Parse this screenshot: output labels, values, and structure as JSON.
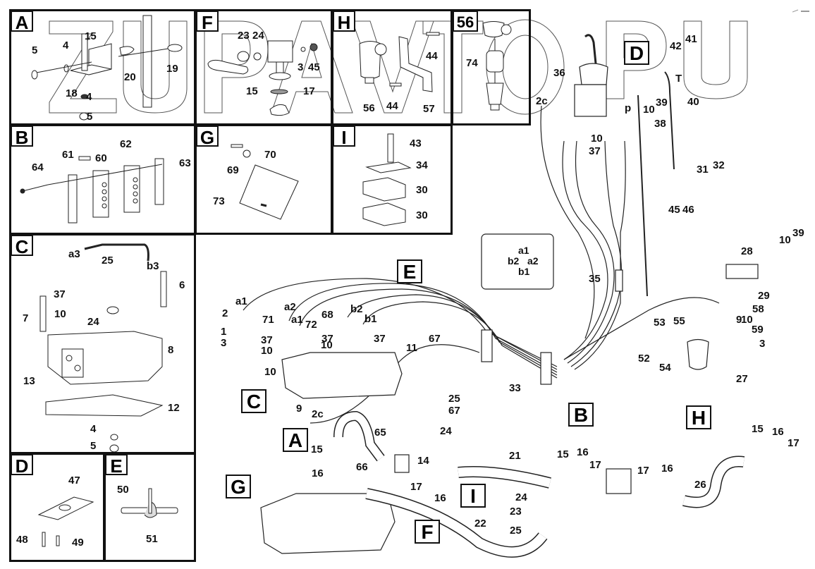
{
  "diagram": {
    "title": "Hydraulic servo system parts diagram",
    "watermark": "ZUPAVTO.RU",
    "panels": [
      {
        "id": "A",
        "labels": [
          "15",
          "4",
          "5",
          "20",
          "19",
          "18",
          "4",
          "5"
        ]
      },
      {
        "id": "F",
        "labels": [
          "23",
          "24",
          "3",
          "45",
          "15",
          "17"
        ]
      },
      {
        "id": "H",
        "labels": [
          "44",
          "56",
          "44",
          "57"
        ]
      },
      {
        "id": "56",
        "labels": [
          "74"
        ]
      },
      {
        "id": "B",
        "labels": [
          "64",
          "61",
          "60",
          "62",
          "63"
        ]
      },
      {
        "id": "G",
        "labels": [
          "70",
          "69",
          "73"
        ]
      },
      {
        "id": "I",
        "labels": [
          "43",
          "34",
          "30",
          "30"
        ]
      },
      {
        "id": "C",
        "labels": [
          "a3",
          "25",
          "b3",
          "6",
          "37",
          "10",
          "7",
          "24",
          "8",
          "13",
          "12",
          "4",
          "5"
        ]
      },
      {
        "id": "D",
        "labels": [
          "47",
          "48",
          "49"
        ]
      },
      {
        "id": "E",
        "labels": [
          "50",
          "51"
        ]
      }
    ],
    "callouts": [
      "D",
      "E",
      "C",
      "B",
      "A",
      "H",
      "G",
      "F",
      "I"
    ],
    "inset_ports": [
      "a1",
      "b2",
      "a2",
      "b1"
    ],
    "main_labels": {
      "servo": [
        "2c",
        "36",
        "42",
        "41",
        "T",
        "p",
        "10",
        "39",
        "40",
        "38",
        "10",
        "37",
        "31",
        "32",
        "45",
        "46",
        "35"
      ],
      "valve": [
        "a1",
        "2",
        "a2",
        "a1",
        "71",
        "72",
        "68",
        "b2",
        "b1",
        "1",
        "3",
        "37",
        "37",
        "10",
        "37",
        "10",
        "10",
        "67",
        "11",
        "9",
        "2c",
        "33"
      ],
      "right": [
        "28",
        "10",
        "39",
        "29",
        "9",
        "10",
        "58",
        "59",
        "3",
        "52",
        "53",
        "55",
        "54",
        "27"
      ],
      "lower": [
        "25",
        "67",
        "24",
        "65",
        "14",
        "15",
        "66",
        "16",
        "17",
        "16",
        "21",
        "15",
        "16",
        "17",
        "17",
        "16",
        "26",
        "15",
        "16",
        "17",
        "24",
        "23",
        "25",
        "22"
      ]
    }
  }
}
